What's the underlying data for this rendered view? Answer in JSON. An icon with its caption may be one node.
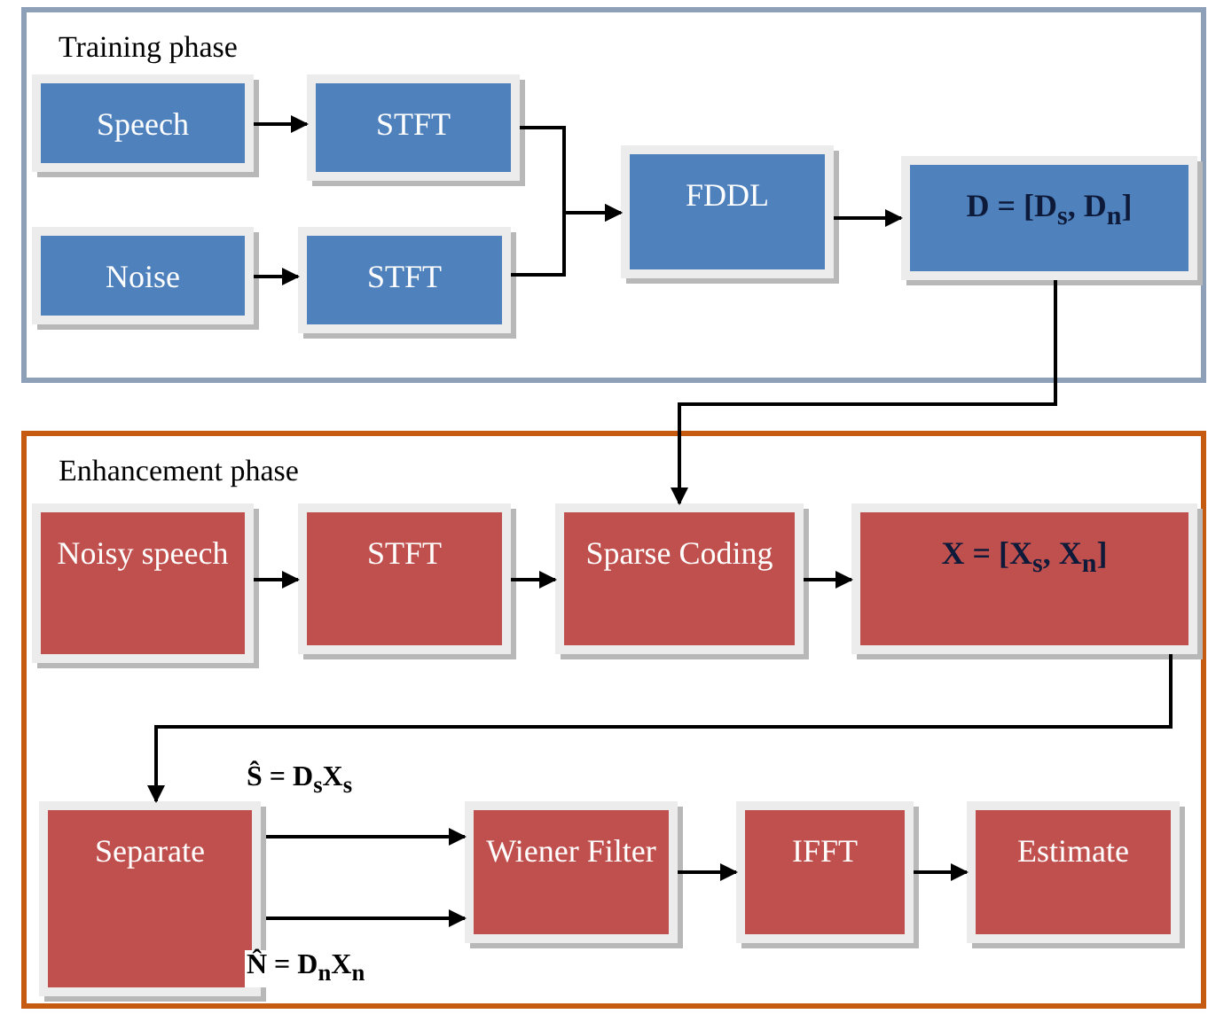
{
  "diagram": {
    "nodes": [
      {
        "text": [
          "Training phase"
        ]
      },
      {
        "text": [
          "Speech"
        ],
        "in": 0
      },
      {
        "text": [
          "STFT"
        ],
        "in": 0
      },
      {
        "text": [
          "Noise"
        ],
        "in": 0
      },
      {
        "text": [
          "STFT"
        ],
        "in": 0
      },
      {
        "text": [
          "FDDL"
        ],
        "in": 0
      },
      {
        "text": [
          "D = [D$_{s}$, D$_{n}$]"
        ],
        "in": 0
      },
      {
        "text": [
          "Enhancement phase"
        ]
      },
      {
        "text": [
          "Noisy speech"
        ],
        "in": 7
      },
      {
        "text": [
          "STFT"
        ],
        "in": 7
      },
      {
        "text": [
          "Sparse Coding"
        ],
        "in": 7
      },
      {
        "text": [
          "X = [X$_{s}$, X$_{n}$]"
        ],
        "in": 7
      },
      {
        "text": [
          "Separate"
        ],
        "in": 7
      },
      {
        "text": [
          "Wiener Filter"
        ],
        "in": 7
      },
      {
        "text": [
          "IFFT"
        ],
        "in": 7
      },
      {
        "text": [
          "Estimate"
        ],
        "in": 7
      }
    ],
    "edges": [
      {
        "from": 1,
        "to": 2,
        "arrow": "to"
      },
      {
        "from": 3,
        "to": 4,
        "arrow": "to"
      },
      {
        "from": 2,
        "to": 5,
        "arrow": "to"
      },
      {
        "from": 4,
        "to": 5,
        "arrow": "to"
      },
      {
        "from": 5,
        "to": 6,
        "arrow": "to"
      },
      {
        "from": 6,
        "to": 10,
        "arrow": "to"
      },
      {
        "from": 8,
        "to": 9,
        "arrow": "to"
      },
      {
        "from": 9,
        "to": 10,
        "arrow": "to"
      },
      {
        "from": 10,
        "to": 11,
        "arrow": "to"
      },
      {
        "from": 11,
        "to": 12,
        "arrow": "to"
      },
      {
        "from": 12,
        "to": 13,
        "arrow": "to",
        "label": "Ŝ = D$_{s}$X$_{s}$"
      },
      {
        "from": 12,
        "to": 13,
        "arrow": "to",
        "label": "N̂ = D$_{n}$X$_{n}$"
      },
      {
        "from": 13,
        "to": 14,
        "arrow": "to"
      },
      {
        "from": 14,
        "to": 15,
        "arrow": "to"
      }
    ]
  }
}
